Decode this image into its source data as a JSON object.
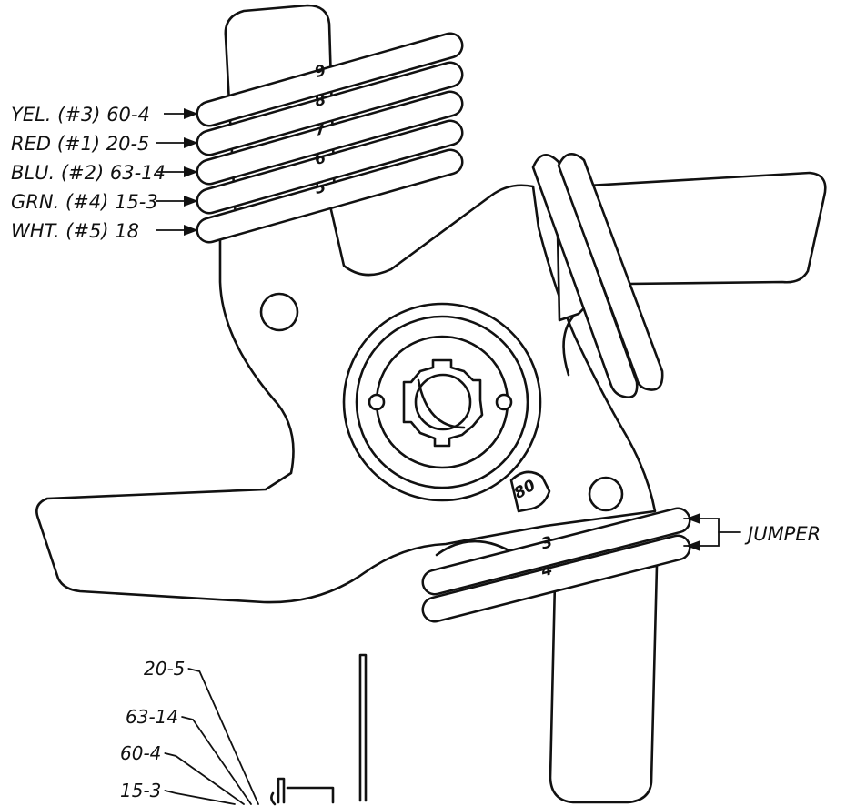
{
  "wire_labels": [
    {
      "color": "YEL.",
      "pos": "(#3)",
      "code": "60-4"
    },
    {
      "color": "RED",
      "pos": "(#1)",
      "code": "20-5"
    },
    {
      "color": "BLU.",
      "pos": "(#2)",
      "code": "63-14"
    },
    {
      "color": "GRN.",
      "pos": "(#4)",
      "code": "15-3"
    },
    {
      "color": "WHT.",
      "pos": "(#5)",
      "code": "18"
    }
  ],
  "upper_coils": [
    "9",
    "8",
    "7",
    "6",
    "5"
  ],
  "lower_coils": [
    "3",
    "4"
  ],
  "hub_label": "80",
  "jumper_label": "JUMPER",
  "detail_labels": [
    "20-5",
    "63-14",
    "60-4",
    "15-3"
  ]
}
